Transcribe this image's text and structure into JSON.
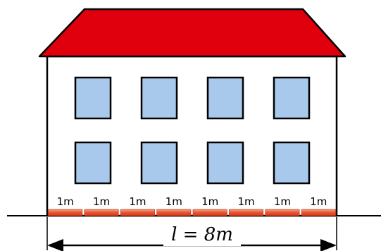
{
  "colors": {
    "roof": "#e0000d",
    "wall": "#ffffff",
    "window": "#a8c8ec",
    "outline": "#000000",
    "segment": "#e8532f"
  },
  "windows": {
    "rows": 2,
    "cols": 4
  },
  "segments": [
    "1m",
    "1m",
    "1m",
    "1m",
    "1m",
    "1m",
    "1m",
    "1m"
  ],
  "length_label": "l = 8m"
}
